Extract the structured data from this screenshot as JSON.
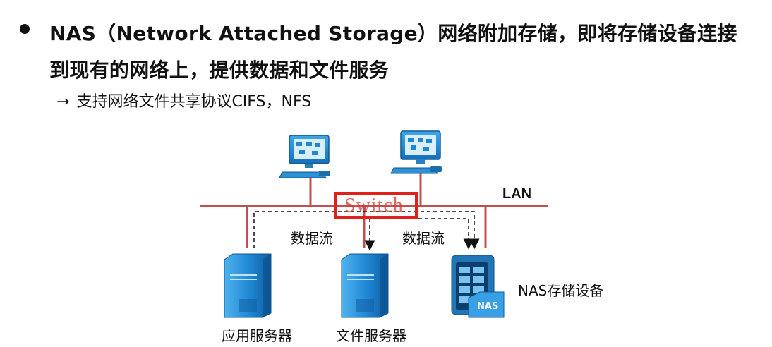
{
  "bullet": {
    "text": "NAS（Network Attached Storage）网络附加存储，即将存储设备连接到现有的网络上，提供数据和文件服务"
  },
  "sub_point": {
    "arrow": "→",
    "text": "支持网络文件共享协议CIFS，NFS"
  },
  "diagram": {
    "lan_label": "LAN",
    "switch_label": "Switch",
    "flow_label_left": "数据流",
    "flow_label_right": "数据流",
    "app_server_label": "应用服务器",
    "file_server_label": "文件服务器",
    "nas_device_label": "NAS存储设备",
    "nas_badge": "NAS",
    "colors": {
      "lan_line": "#c0504d",
      "switch_border": "#e0201b",
      "device_blue": "#1f86d4"
    }
  }
}
